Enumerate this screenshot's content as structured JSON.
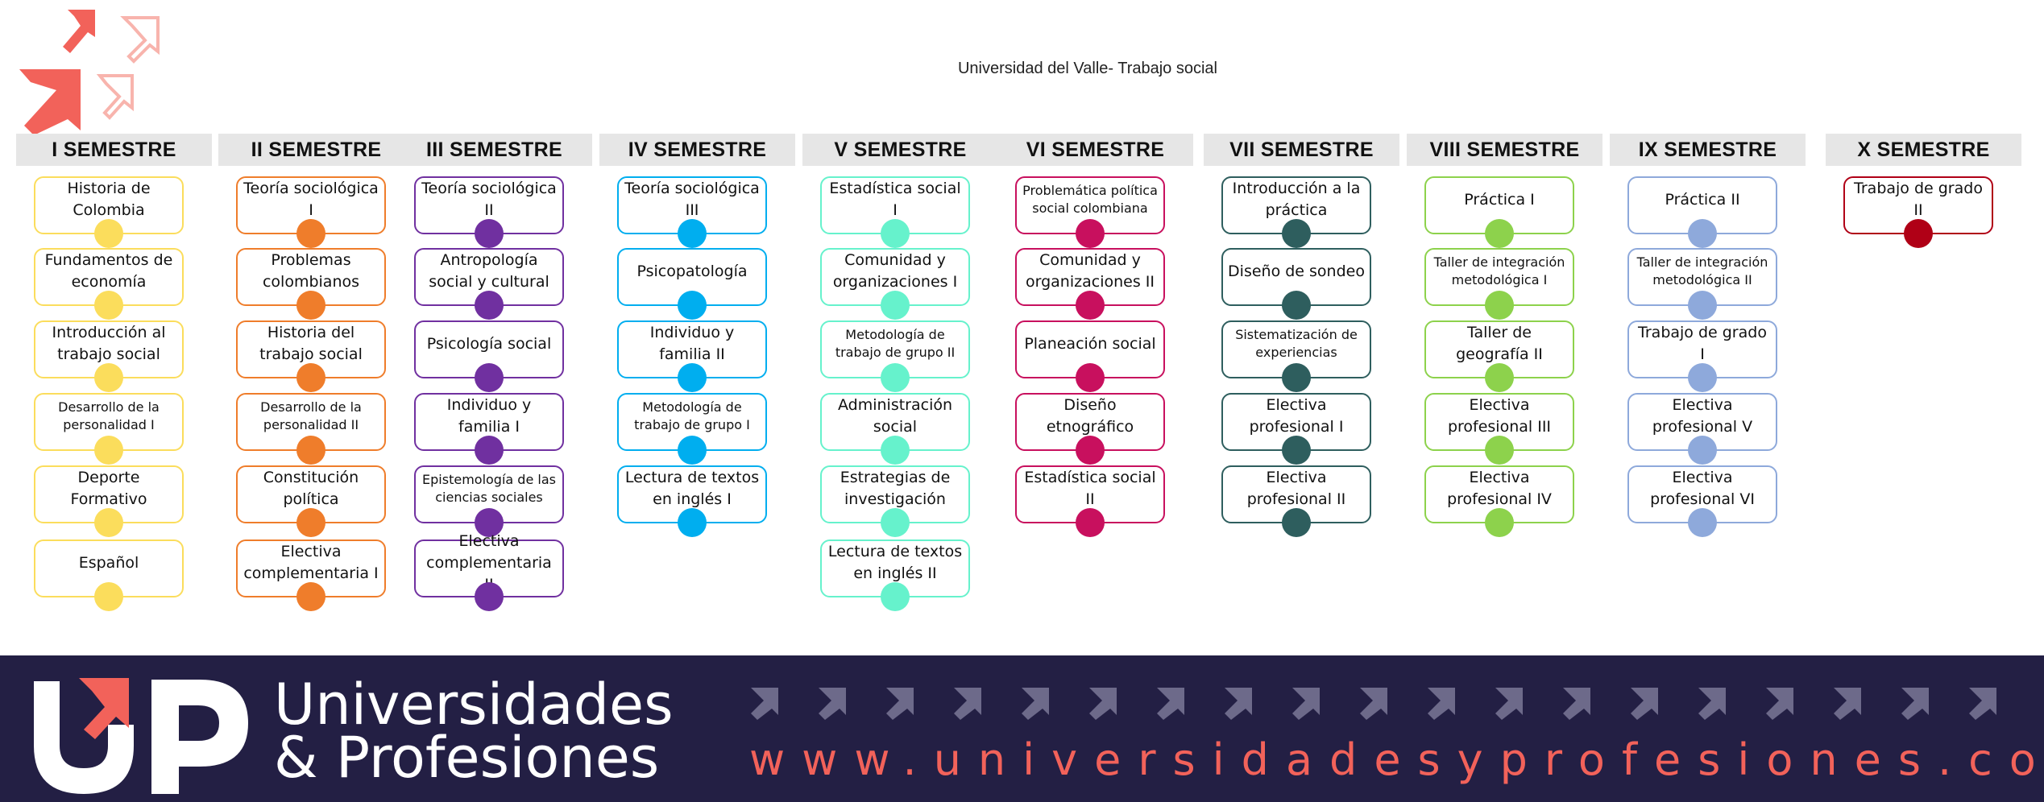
{
  "page_title": "Universidad del Valle- Trabajo social",
  "colors": {
    "header_band": "#e6e6e6",
    "footer_bg": "#231f44",
    "logo_accent": "#f2625a"
  },
  "semesters": [
    {
      "title": "I SEMESTRE",
      "color": "#fbdd5c",
      "courses": [
        "Historia de Colombia",
        "Fundamentos de economía",
        "Introducción al trabajo social",
        "Desarrollo de la personalidad I",
        "Deporte Formativo",
        "Español"
      ]
    },
    {
      "title": "II SEMESTRE",
      "color": "#ef7d2b",
      "courses": [
        "Teoría sociológica I",
        "Problemas colombianos",
        "Historia del trabajo social",
        "Desarrollo de la personalidad II",
        "Constitución política",
        "Electiva complementaria  I"
      ]
    },
    {
      "title": "III SEMESTRE",
      "color": "#7030a0",
      "courses": [
        "Teoría sociológica II",
        "Antropología social y cultural",
        "Psicología social",
        "Individuo y familia I",
        "Epistemología de las ciencias sociales",
        "Electiva complementaria II"
      ]
    },
    {
      "title": "IV SEMESTRE",
      "color": "#00aeef",
      "courses": [
        "Teoría sociológica III",
        "Psicopatología",
        "Individuo y familia II",
        "Metodología de trabajo de grupo I",
        "Lectura de textos en inglés  I"
      ]
    },
    {
      "title": "V SEMESTRE",
      "color": "#66f2cc",
      "courses": [
        "Estadística social I",
        "Comunidad y organizaciones I",
        "Metodología de trabajo de grupo II",
        "Administración social",
        "Estrategias de investigación",
        "Lectura de textos en inglés II"
      ]
    },
    {
      "title": "VI SEMESTRE",
      "color": "#c8105e",
      "courses": [
        "Problemática política social colombiana",
        "Comunidad y organizaciones II",
        "Planeación social",
        "Diseño etnográfico",
        "Estadística social II"
      ]
    },
    {
      "title": "VII SEMESTRE",
      "color": "#2e5e5e",
      "courses": [
        "Introducción a la práctica",
        "Diseño de sondeo",
        "Sistematización de experiencias",
        "Electiva profesional I",
        "Electiva profesional II"
      ]
    },
    {
      "title": "VIII SEMESTRE",
      "color": "#8dd24c",
      "courses": [
        "Práctica I",
        "Taller de integración metodológica I",
        "Taller de geografía II",
        "Electiva profesional III",
        "Electiva profesional IV"
      ]
    },
    {
      "title": "IX SEMESTRE",
      "color": "#8ea9db",
      "courses": [
        "Práctica II",
        "Taller de integración metodológica II",
        "Trabajo de grado I",
        "Electiva profesional V",
        "Electiva profesional VI"
      ]
    },
    {
      "title": "X SEMESTRE",
      "color": "#b00016",
      "courses": [
        "Trabajo de grado II"
      ]
    }
  ],
  "footer": {
    "brand_line1": "Universidades",
    "brand_line2": "& Profesiones",
    "url": "www.universidadesyprofesiones.com"
  }
}
